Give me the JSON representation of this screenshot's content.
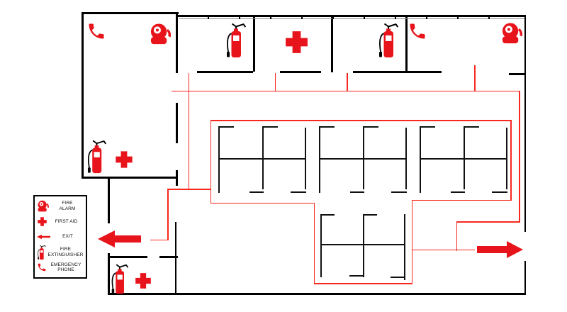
{
  "diagram": {
    "type": "fire-evacuation-floor-plan",
    "colors": {
      "wall": "#000000",
      "route_red": "#f8281f",
      "icon_red": "#e8141b",
      "window_line": "#8f8f8f"
    },
    "legend": {
      "items": [
        {
          "icon": "fire-alarm-icon",
          "label": "FIRE\nALARM"
        },
        {
          "icon": "first-aid-icon",
          "label": "FIRST AID"
        },
        {
          "icon": "exit-arrow-icon",
          "label": "EXIT"
        },
        {
          "icon": "fire-extinguisher-icon",
          "label": "FIRE\nEXTINGUISHER"
        },
        {
          "icon": "emergency-phone-icon",
          "label": "EMERGENCY\nPHONE"
        }
      ]
    },
    "markers": [
      {
        "type": "emergency-phone",
        "location": "top-left room"
      },
      {
        "type": "fire-alarm",
        "location": "top-left room"
      },
      {
        "type": "fire-extinguisher",
        "location": "upper room 2"
      },
      {
        "type": "first-aid",
        "location": "upper room 3"
      },
      {
        "type": "fire-extinguisher",
        "location": "upper room 4"
      },
      {
        "type": "emergency-phone",
        "location": "top-right room"
      },
      {
        "type": "fire-alarm",
        "location": "top-right room"
      },
      {
        "type": "fire-extinguisher",
        "location": "left room lower part"
      },
      {
        "type": "first-aid",
        "location": "left room lower part"
      },
      {
        "type": "fire-extinguisher",
        "location": "bottom-left room"
      },
      {
        "type": "first-aid",
        "location": "bottom-left room"
      },
      {
        "type": "exit-arrow-left",
        "location": "west exit"
      },
      {
        "type": "exit-arrow-right",
        "location": "east exit"
      }
    ]
  }
}
